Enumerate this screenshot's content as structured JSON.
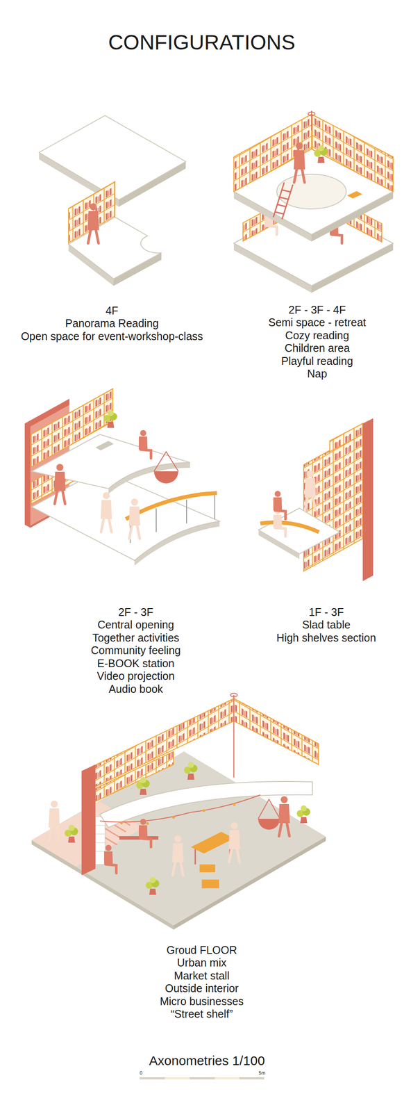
{
  "diagram": {
    "title": "CONFIGURATIONS",
    "caption": "Axonometries 1/100",
    "labels": [
      "4F",
      "Panorama Reading",
      "Open space for event-workshop-class",
      "2F - 3F - 4F",
      "Semi space - retreat",
      "Cozy reading",
      "Children area",
      "Playful reading",
      "Nap",
      "2F - 3F",
      "Central opening",
      "Together activities",
      "Community feeling",
      "E-BOOK station",
      "Video projection",
      "Audio book",
      "1F - 3F",
      "Slad table",
      "High shelves section",
      "Groud FLOOR",
      "Urban mix",
      "Market stall",
      "Outside interior",
      "Micro businesses",
      "“Street shelf”",
      "0",
      "5m"
    ]
  }
}
